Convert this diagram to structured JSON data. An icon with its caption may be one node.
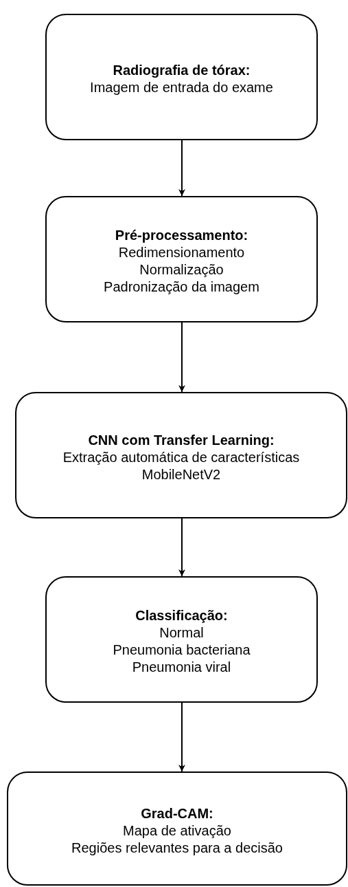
{
  "diagram": {
    "nodes": [
      {
        "text": [
          "Radiografia de tórax:",
          "Imagem de entrada do exame"
        ]
      },
      {
        "text": [
          "Pré-processamento:",
          "Redimensionamento",
          "Normalização",
          "Padronização da imagem"
        ]
      },
      {
        "text": [
          "CNN com Transfer Learning:",
          "Extração automática de características",
          "MobileNetV2"
        ]
      },
      {
        "text": [
          "Classificação:",
          "Normal",
          "Pneumonia bacteriana",
          "Pneumonia viral"
        ]
      },
      {
        "text": [
          "Grad-CAM:",
          "Mapa de ativação",
          "Regiões relevantes para a decisão"
        ]
      }
    ],
    "edges": [
      {
        "from": 0,
        "to": 1,
        "arrow": "to"
      },
      {
        "from": 1,
        "to": 2,
        "arrow": "to"
      },
      {
        "from": 2,
        "to": 3,
        "arrow": "to"
      },
      {
        "from": 3,
        "to": 4,
        "arrow": "to"
      }
    ]
  }
}
